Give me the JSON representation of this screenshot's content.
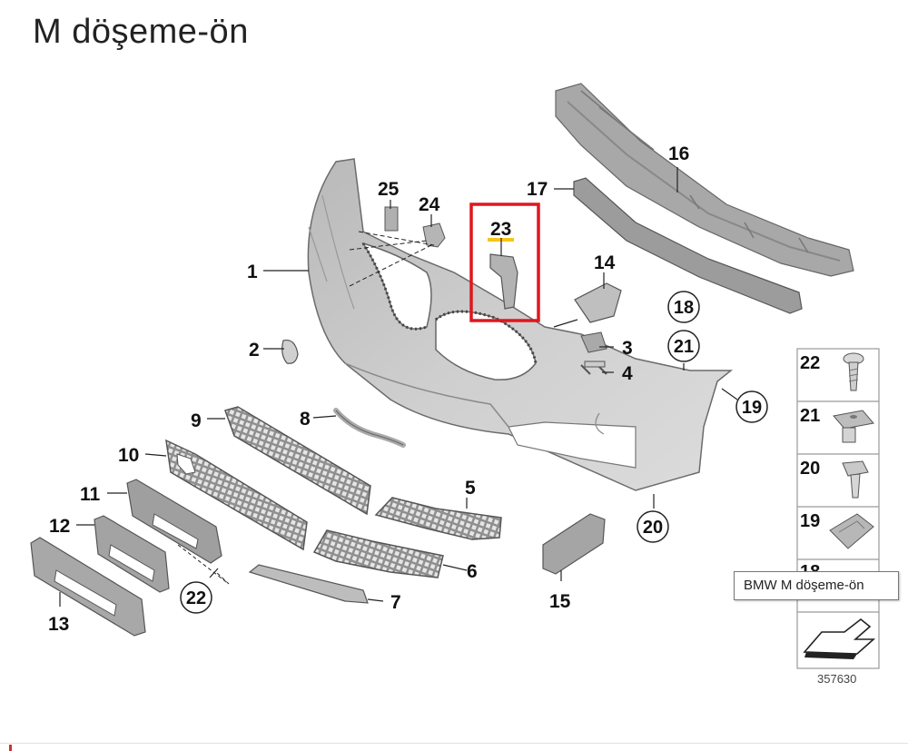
{
  "page": {
    "title": "M döşeme-ön"
  },
  "diagram": {
    "labels": {
      "p1": "1",
      "p2": "2",
      "p3": "3",
      "p4": "4",
      "p5": "5",
      "p6": "6",
      "p7": "7",
      "p8": "8",
      "p9": "9",
      "p10": "10",
      "p11": "11",
      "p12": "12",
      "p13": "13",
      "p14": "14",
      "p15": "15",
      "p16": "16",
      "p17": "17",
      "p18": "18",
      "p19": "19",
      "p20": "20",
      "p21": "21",
      "p22": "22",
      "p23": "23",
      "p24": "24",
      "p25": "25"
    },
    "sidebar": {
      "s22": "22",
      "s21": "21",
      "s20": "20",
      "s19": "19",
      "s18": "18"
    },
    "reference": "357630",
    "highlight_color": "#e0161e",
    "underline_color": "#f5c518"
  },
  "tooltip": {
    "text": "BMW M döşeme-ön"
  }
}
